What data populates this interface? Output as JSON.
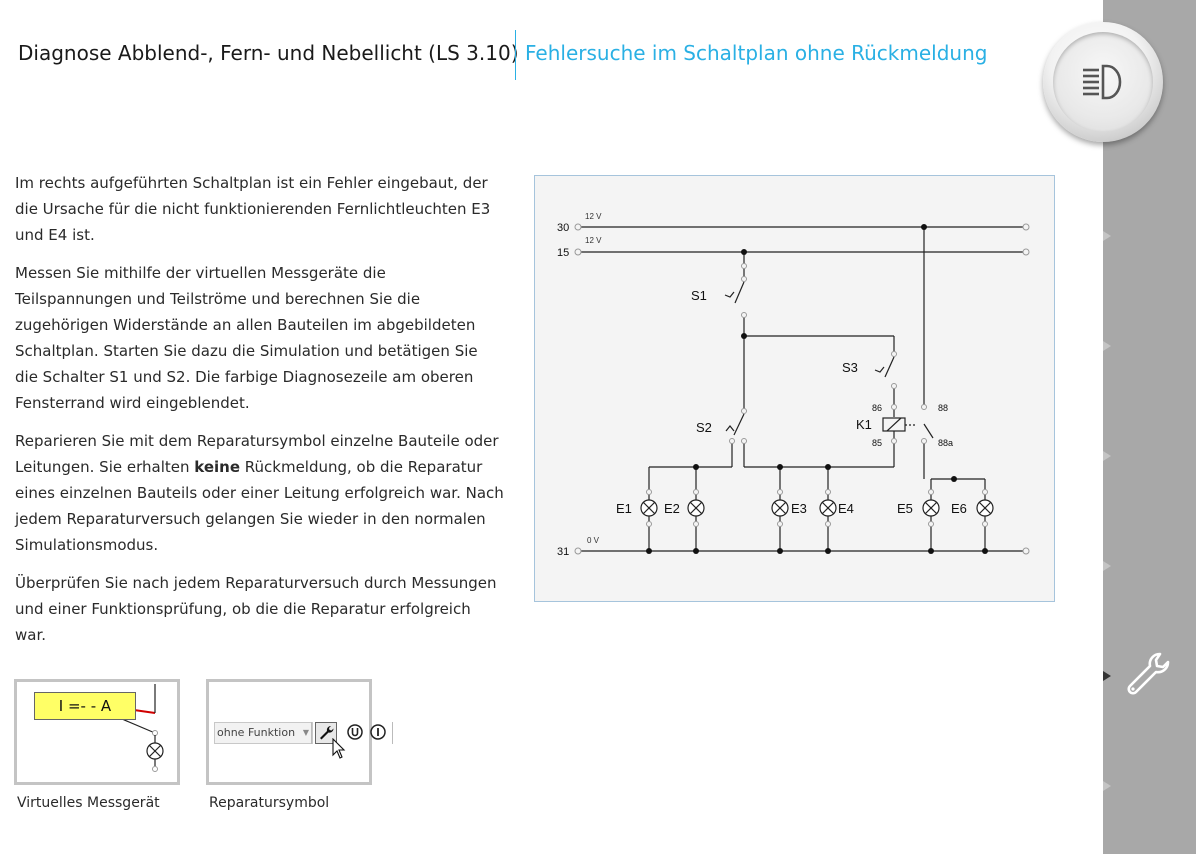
{
  "header": {
    "title": "Diagnose Abblend-, Fern- und Nebellicht (LS 3.10)",
    "subtitle": "Fehlersuche im Schaltplan ohne Rückmeldung"
  },
  "content": {
    "p1": "Im rechts aufgeführten Schaltplan ist ein Fehler eingebaut, der die Ursache für die nicht funktionierenden Fernlichtleuchten E3 und E4 ist.",
    "p2": "Messen Sie mithilfe der virtuellen Messgeräte die Teilspannungen und Teilströme und berechnen Sie die zugehörigen Widerstände an allen Bauteilen im abgebildeten Schaltplan. Starten Sie dazu die Simulation und betätigen Sie die Schalter S1 und S2. Die farbige Diagnosezeile am oberen Fensterrand wird eingeblendet.",
    "p3_before": "Reparieren Sie mit dem Reparatursymbol einzelne Bauteile oder Leitungen. Sie erhalten ",
    "p3_bold": "keine",
    "p3_after": " Rückmeldung, ob die Reparatur eines einzelnen Bauteils oder einer Leitung erfolgreich war. Nach jedem Reparaturversuch gelangen Sie wieder in den normalen Simulationsmodus.",
    "p4": "Überprüfen Sie nach jedem Reparaturversuch durch Messungen und einer Funktionsprüfung, ob die die Reparatur erfolgreich war."
  },
  "schematic": {
    "terminals": {
      "t30": "30",
      "t15": "15",
      "t31": "31"
    },
    "voltages": {
      "v30": "12 V",
      "v15": "12 V",
      "v31": "0 V"
    },
    "switches": {
      "s1": "S1",
      "s2": "S2",
      "s3": "S3"
    },
    "relay": {
      "name": "K1",
      "pin86": "86",
      "pin85": "85",
      "pin88": "88",
      "pin88a": "88a"
    },
    "lamps": {
      "e1": "E1",
      "e2": "E2",
      "e3": "E3",
      "e4": "E4",
      "e5": "E5",
      "e6": "E6"
    }
  },
  "examples": {
    "meter": {
      "display": "I =- - A",
      "caption": "Virtuelles Messgerät"
    },
    "repair": {
      "dropdown": "ohne Funktion",
      "caption": "Reparatursymbol"
    }
  },
  "icons": {
    "logo": "headlight-icon",
    "sidebar_tool": "wrench-icon",
    "toolbar": [
      "wrench-icon",
      "u-circle-icon",
      "i-circle-icon",
      "cursor-icon"
    ]
  },
  "colors": {
    "accent": "#2ab0e4",
    "sidebar": "#a8a8a8",
    "meter_display": "#ffff66",
    "meter_wire": "#d00000"
  }
}
